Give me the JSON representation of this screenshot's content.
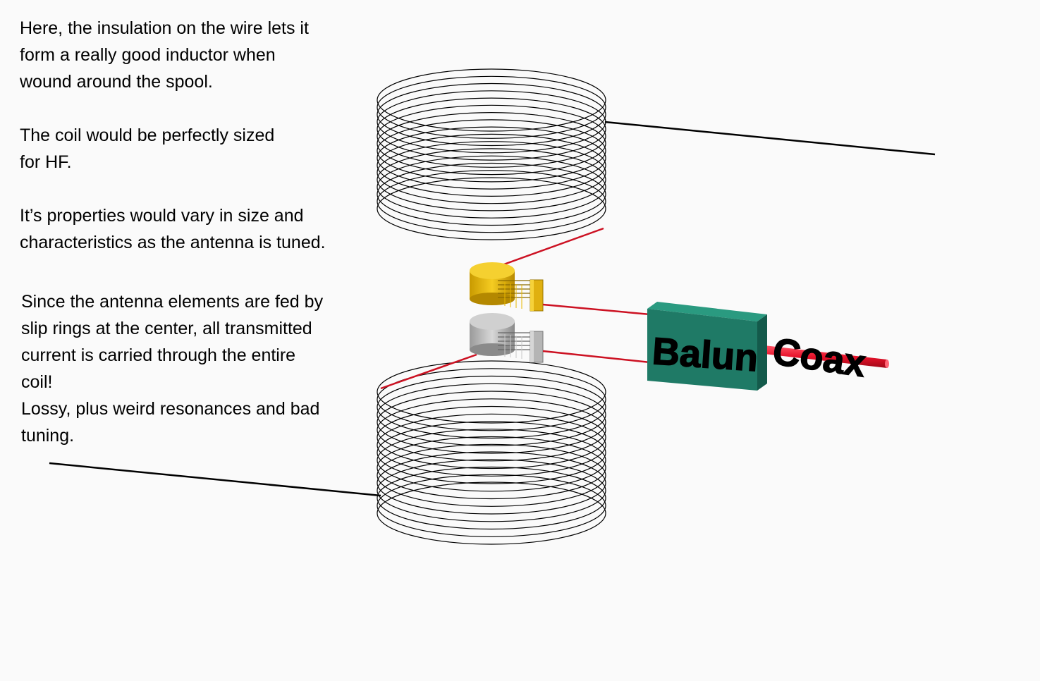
{
  "notes": {
    "insulation": {
      "lines": [
        "Here, the insulation on the wire lets it",
        "form a really good inductor when",
        "wound around the spool."
      ]
    },
    "coil_size": {
      "lines": [
        "The coil would be perfectly sized",
        "for HF."
      ]
    },
    "properties": {
      "lines": [
        "It’s properties would vary in size and",
        "characteristics as the antenna is tuned."
      ]
    },
    "slip_rings": {
      "lines": [
        "Since the antenna elements are fed by",
        "slip rings at the center, all transmitted",
        "current is carried through the entire",
        "coil!",
        "Lossy, plus weird resonances and bad",
        "tuning."
      ]
    }
  },
  "diagram": {
    "balun_label": "Balun",
    "coax_label": "Coax",
    "colors": {
      "coil_wire": "#000000",
      "feed_line": "#cc1122",
      "upper_slip_ring": "#f0c419",
      "lower_slip_ring": "#bdbdbd",
      "balun_front": "#1f7a66",
      "balun_top": "#2a9a80",
      "balun_side": "#145a4b",
      "coax": "#e8122a"
    }
  }
}
